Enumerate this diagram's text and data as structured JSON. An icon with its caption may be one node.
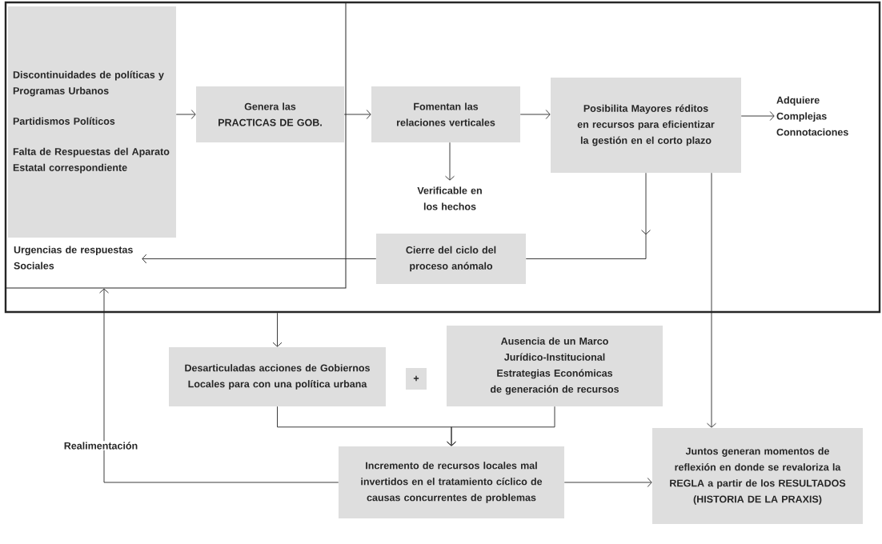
{
  "diagram": {
    "nodes": [
      {
        "text": [],
        "shape": "box"
      },
      {
        "text": [],
        "shape": "box",
        "in": 0
      },
      {
        "text": [
          "Discontinuidades de políticas y Programas Urbanos",
          "Partidismos Políticos",
          "Falta de Respuestas del Aparato Estatal correspondiente"
        ],
        "in": 1
      },
      {
        "text": [
          "Urgencias de respuestas Sociales"
        ],
        "in": 1
      },
      {
        "text": [
          "Genera las PRACTICAS DE GOB."
        ],
        "in": 1
      },
      {
        "text": [
          "Fomentan las relaciones verticales"
        ],
        "in": 0
      },
      {
        "text": [
          "Verificable en los hechos"
        ],
        "in": 0
      },
      {
        "text": [
          "Cierre del ciclo del proceso anómalo"
        ],
        "in": 0
      },
      {
        "text": [
          "Posibilita Mayores réditos en recursos para eficientizar la gestión en el corto plazo"
        ],
        "in": 0
      },
      {
        "text": [
          "Adquiere Complejas Connotaciones"
        ],
        "in": 0
      },
      {
        "text": [
          "Desarticuladas acciones de Gobiernos Locales para con una política urbana"
        ]
      },
      {
        "text": [
          "+"
        ]
      },
      {
        "text": [
          "Ausencia de un Marco Jurídico-Institucional Estrategias Económicas de generación de recursos"
        ]
      },
      {
        "text": [
          "Incremento de recursos locales mal invertidos en el tratamiento cíclico de causas concurrentes de problemas"
        ]
      },
      {
        "text": [
          "Juntos generan momentos de reflexión en donde se revaloriza la REGLA a partir de los RESULTADOS (HISTORIA DE LA PRAXIS)"
        ]
      }
    ],
    "edges": [
      {
        "from": 2,
        "to": 4,
        "arrow": "to"
      },
      {
        "from": 4,
        "to": 5,
        "arrow": "to"
      },
      {
        "from": 5,
        "to": 8,
        "arrow": "to"
      },
      {
        "from": 8,
        "to": 9,
        "arrow": "to"
      },
      {
        "from": 5,
        "to": 6,
        "arrow": "to"
      },
      {
        "from": 8,
        "to": 7,
        "arrow": "to"
      },
      {
        "from": 7,
        "to": 3,
        "arrow": "to"
      },
      {
        "from": 0,
        "to": 10,
        "arrow": "to"
      },
      {
        "from": 13,
        "to": 1,
        "arrow": "to",
        "label": "Realimentación"
      },
      {
        "from": 10,
        "to": 13,
        "arrow": "to"
      },
      {
        "from": 12,
        "to": 13,
        "arrow": "to"
      },
      {
        "from": 8,
        "to": 14,
        "arrow": "to"
      },
      {
        "from": 13,
        "to": 14,
        "arrow": "to"
      }
    ]
  }
}
